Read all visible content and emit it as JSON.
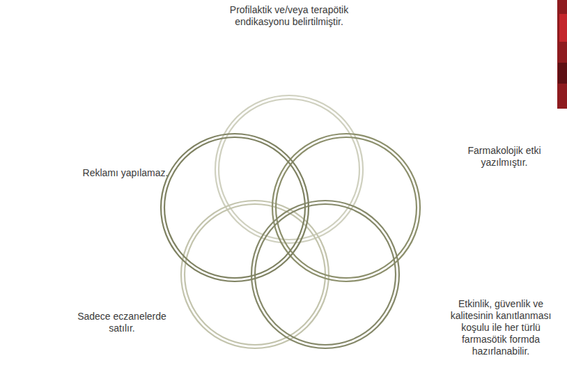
{
  "diagram": {
    "labels": [
      "Profilaktik ve/veya terapötik endikasyonu belirtilmiştir.",
      "Reklamı yapılamaz.",
      "Farmakolojik etki yazılmıştır.",
      "Sadece eczanelerde satılır.",
      "Etkinlik, güvenlik ve kalitesinin kanıtlanması koşulu ile her türlü farmasötik formda hazırlanabilir."
    ]
  }
}
